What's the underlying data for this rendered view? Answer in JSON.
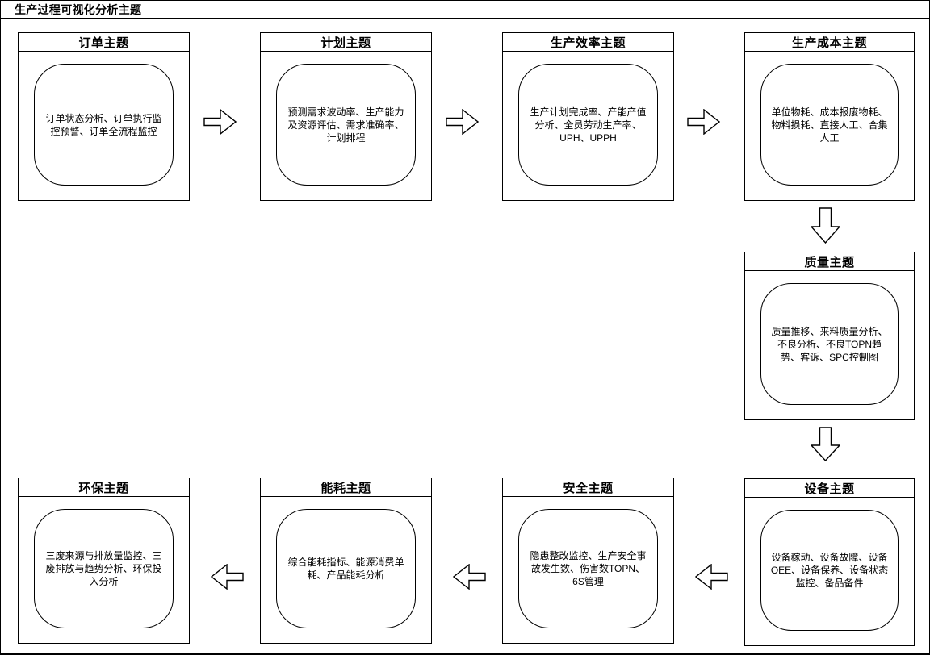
{
  "page": {
    "title": "生产过程可视化分析主题",
    "background_color": "#ffffff",
    "line_color": "#000000",
    "text_color": "#000000"
  },
  "nodes": [
    {
      "title": "订单主题",
      "content": "订单状态分析、订单执行监控预警、订单全流程监控"
    },
    {
      "title": "计划主题",
      "content": "预测需求波动率、生产能力及资源评估、需求准确率、计划排程"
    },
    {
      "title": "生产效率主题",
      "content": "生产计划完成率、产能产值分析、全员劳动生产率、UPH、UPPH"
    },
    {
      "title": "生产成本主题",
      "content": "单位物耗、成本报废物耗、物料损耗、直接人工、合集人工"
    },
    {
      "title": "质量主题",
      "content": "质量推移、来料质量分析、不良分析、不良TOPN趋势、客诉、SPC控制图"
    },
    {
      "title": "设备主题",
      "content": "设备稼动、设备故障、设备OEE、设备保养、设备状态监控、备品备件"
    },
    {
      "title": "安全主题",
      "content": "隐患整改监控、生产安全事故发生数、伤害数TOPN、6S管理"
    },
    {
      "title": "能耗主题",
      "content": "综合能耗指标、能源消费单耗、产品能耗分析"
    },
    {
      "title": "环保主题",
      "content": "三废来源与排放量监控、三废排放与趋势分析、环保投入分析"
    }
  ],
  "connections": [
    {
      "from": "订单主题",
      "to": "计划主题",
      "direction": "right"
    },
    {
      "from": "计划主题",
      "to": "生产效率主题",
      "direction": "right"
    },
    {
      "from": "生产效率主题",
      "to": "生产成本主题",
      "direction": "right"
    },
    {
      "from": "生产成本主题",
      "to": "质量主题",
      "direction": "down"
    },
    {
      "from": "质量主题",
      "to": "设备主题",
      "direction": "down"
    },
    {
      "from": "设备主题",
      "to": "安全主题",
      "direction": "left"
    },
    {
      "from": "安全主题",
      "to": "能耗主题",
      "direction": "left"
    },
    {
      "from": "能耗主题",
      "to": "环保主题",
      "direction": "left"
    }
  ],
  "icons": {
    "arrow-right": "⇨",
    "arrow-down": "⇩",
    "arrow-left": "⇦"
  }
}
